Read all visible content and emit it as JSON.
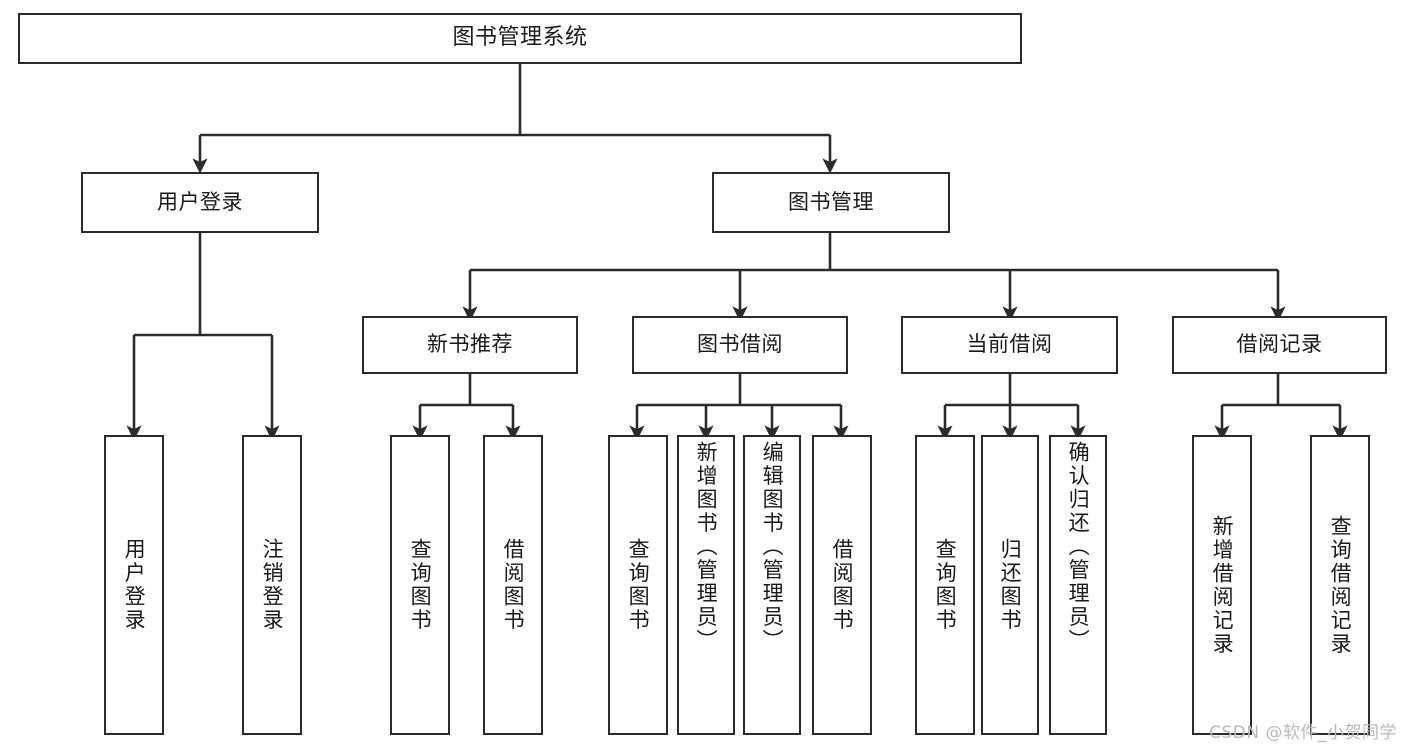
{
  "diagram": {
    "title": "图书管理系统",
    "type": "tree-hierarchy",
    "watermark": "CSDN @软件_小贺同学",
    "colors": {
      "border": "#2b2b2b",
      "background": "#ffffff",
      "text": "#1a1a1a",
      "watermark": "#b9b9b9"
    },
    "levels": {
      "root": {
        "label": "图书管理系统"
      },
      "level2": [
        {
          "id": "user-login",
          "label": "用户登录"
        },
        {
          "id": "book-manage",
          "label": "图书管理"
        }
      ],
      "level3": [
        {
          "id": "new-book-rec",
          "label": "新书推荐"
        },
        {
          "id": "book-borrow",
          "label": "图书借阅"
        },
        {
          "id": "current-borrow",
          "label": "当前借阅"
        },
        {
          "id": "borrow-record",
          "label": "借阅记录"
        }
      ],
      "leaves": [
        {
          "id": "leaf-user-login",
          "label": "用户登录",
          "parent": "user-login"
        },
        {
          "id": "leaf-logout",
          "label": "注销登录",
          "parent": "user-login"
        },
        {
          "id": "leaf-query-book-1",
          "label": "查询图书",
          "parent": "new-book-rec"
        },
        {
          "id": "leaf-borrow-book-1",
          "label": "借阅图书",
          "parent": "new-book-rec"
        },
        {
          "id": "leaf-query-book-2",
          "label": "查询图书",
          "parent": "book-borrow"
        },
        {
          "id": "leaf-add-book",
          "label": "新增图书（管理员）",
          "parent": "book-borrow"
        },
        {
          "id": "leaf-edit-book",
          "label": "编辑图书（管理员）",
          "parent": "book-borrow"
        },
        {
          "id": "leaf-borrow-book-2",
          "label": "借阅图书",
          "parent": "book-borrow"
        },
        {
          "id": "leaf-query-book-3",
          "label": "查询图书",
          "parent": "current-borrow"
        },
        {
          "id": "leaf-return-book",
          "label": "归还图书",
          "parent": "current-borrow"
        },
        {
          "id": "leaf-confirm-return",
          "label": "确认归还（管理员）",
          "parent": "current-borrow"
        },
        {
          "id": "leaf-add-record",
          "label": "新增借阅记录",
          "parent": "borrow-record"
        },
        {
          "id": "leaf-query-record",
          "label": "查询借阅记录",
          "parent": "borrow-record"
        }
      ]
    }
  }
}
